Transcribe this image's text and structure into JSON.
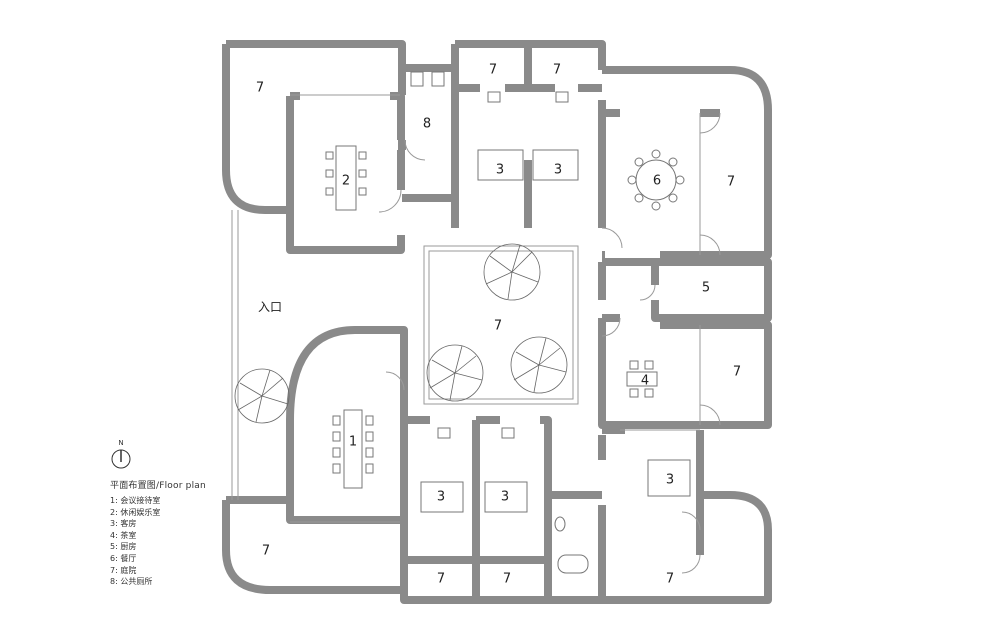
{
  "entrance_label": "入口",
  "north_label": "N",
  "legend": {
    "title": "平面布置图/Floor plan",
    "items": [
      "1:  会议接待室",
      "2:  休闲娱乐室",
      "3:  客房",
      "4:  茶室",
      "5:  厨房",
      "6:  餐厅",
      "7:  庭院",
      "8:  公共厕所"
    ]
  },
  "rooms": {
    "r1": "1",
    "r2": "2",
    "r3a": "3",
    "r3b": "3",
    "r3c": "3",
    "r3d": "3",
    "r3e": "3",
    "r4": "4",
    "r5": "5",
    "r6": "6",
    "r8": "8",
    "y_tl": "7",
    "y_top1": "7",
    "y_top2": "7",
    "y_right_top": "7",
    "y_center": "7",
    "y_right_mid": "7",
    "y_bl": "7",
    "y_bot1": "7",
    "y_bot2": "7",
    "y_br": "7"
  }
}
